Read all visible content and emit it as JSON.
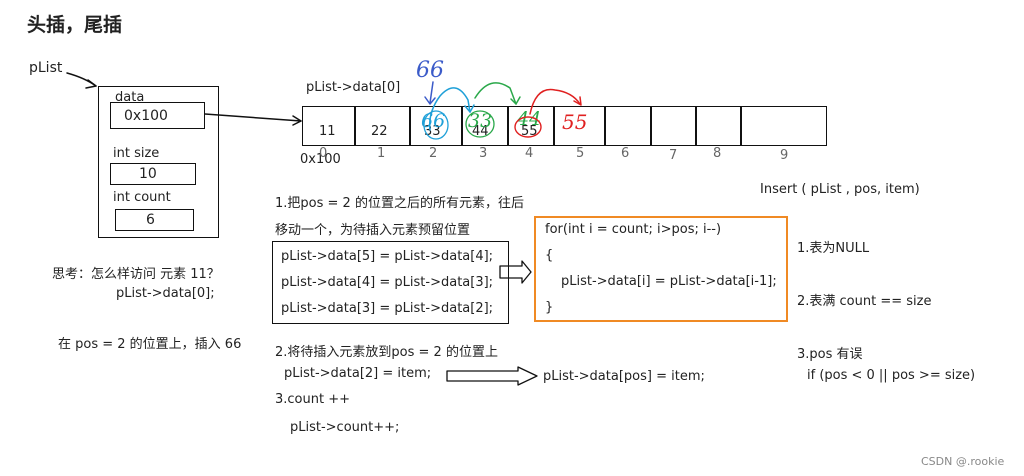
{
  "title": "头插，尾插",
  "plist_label": "pList",
  "struct": {
    "data_label": "data",
    "data_value": "0x100",
    "size_label": "int size",
    "size_value": "10",
    "count_label": "int count",
    "count_value": "6"
  },
  "array": {
    "label": "pList->data[0]",
    "address": "0x100",
    "cells": [
      "11",
      "22",
      "33",
      "44",
      "55",
      "",
      "",
      "",
      "",
      ""
    ],
    "indices": [
      "0",
      "1",
      "2",
      "3",
      "4",
      "5",
      "6",
      "7",
      "8",
      "9"
    ],
    "handwritten": [
      "66",
      "66",
      "33",
      "44",
      "55"
    ],
    "colors": {
      "blue": "#3b5bc9",
      "cyan": "#1fa0d8",
      "green": "#2aa84a",
      "red": "#e02020"
    }
  },
  "think": {
    "line1": "思考：怎么样访问 元素 11？",
    "line2": "pList->data[0];",
    "line3": "在 pos  =  2 的位置上，插入 66"
  },
  "step1": {
    "line1": "1.把pos = 2 的位置之后的所有元素，往后",
    "line2": "移动一个，为待插入元素预留位置",
    "code": [
      "pList->data[5] = pList->data[4];",
      "pList->data[4] = pList->data[3];",
      "pList->data[3] = pList->data[2];"
    ]
  },
  "loop": {
    "line1": "for(int i = count; i>pos; i--)",
    "line2": "{",
    "line3": "pList->data[i] = pList->data[i-1];",
    "line4": "}",
    "border_color": "#f08a24"
  },
  "step2": {
    "line1": "2.将待插入元素放到pos = 2 的位置上",
    "code": "pList->data[2] =  item;",
    "result": "pList->data[pos] = item;"
  },
  "step3": {
    "line1": "3.count ++",
    "code": "pList->count++;"
  },
  "insert": {
    "signature": "Insert ( pList  , pos,  item)",
    "c1": "1.表为NULL",
    "c2": "2.表满   count == size",
    "c3": "3.pos 有误",
    "c4": "if (pos < 0 || pos >= size)"
  },
  "watermark": "CSDN @.rookie"
}
